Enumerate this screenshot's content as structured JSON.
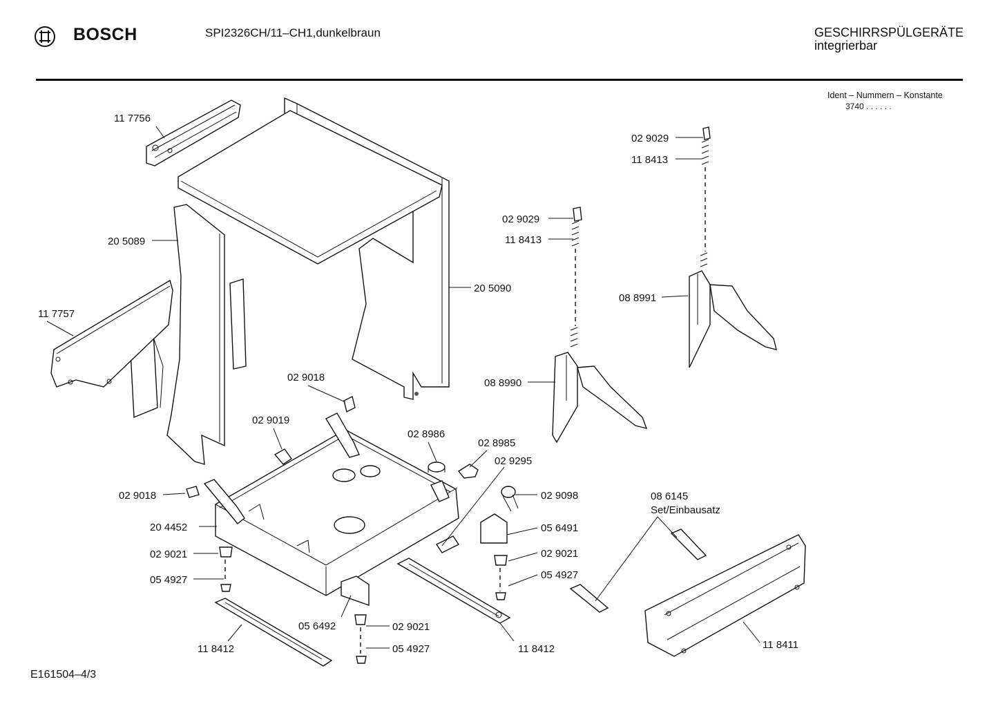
{
  "header": {
    "brand": "BOSCH",
    "model": "SPI2326CH/11–CH1,dunkelbraun",
    "category_line1": "GESCHIRRSPÜLGERÄTE",
    "category_line2": "integrierbar"
  },
  "ident": {
    "title": "Ident – Nummern – Konstante",
    "value": "3740  .  .     .  .  .  ."
  },
  "footer": {
    "code": "E161504–4/3"
  },
  "parts": {
    "p117756": "11 7756",
    "p205089": "20 5089",
    "p117757": "11 7757",
    "p205090": "20 5090",
    "p029018a": "02 9018",
    "p029019": "02 9019",
    "p028986": "02 8986",
    "p028985": "02 8985",
    "p029295": "02 9295",
    "p029018b": "02 9018",
    "p204452": "20 4452",
    "p029098": "02 9098",
    "p029021a": "02 9021",
    "p054927a": "05 4927",
    "p056491": "05 6491",
    "p029021b": "02 9021",
    "p054927b": "05 4927",
    "p056492": "05 6492",
    "p029021c": "02 9021",
    "p054927c": "05 4927",
    "p118412a": "11 8412",
    "p118412b": "11 8412",
    "p029029a": "02 9029",
    "p118413a": "11 8413",
    "p088990": "08 8990",
    "p029029b": "02 9029",
    "p118413b": "11 8413",
    "p088991": "08 8991",
    "p086145": "08 6145",
    "set_label": "Set/Einbausatz",
    "p118411": "11 8411"
  }
}
